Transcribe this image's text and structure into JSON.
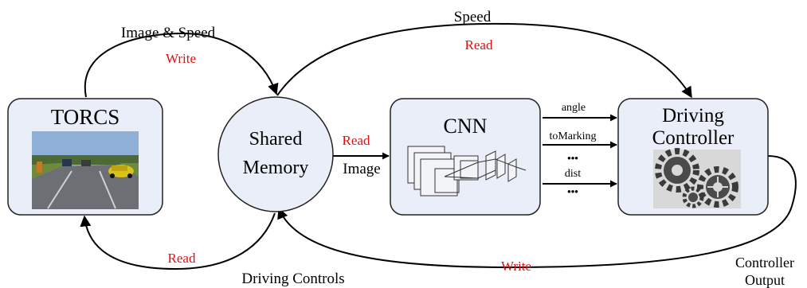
{
  "colors": {
    "box_fill": "#e9eef8",
    "box_stroke": "#222222",
    "arrow": "#000000",
    "label_red": "#e01010",
    "road": "#6c6f74",
    "sky": "#8fb0d6",
    "grass": "#6d8a3e",
    "car_yellow": "#d9c21a",
    "gear": "#3a3a3a",
    "gear_bg": "#d8d8d8"
  },
  "nodes": {
    "torcs": {
      "title": "TORCS",
      "image": "racing-game-screenshot"
    },
    "memory": {
      "line1": "Shared",
      "line2": "Memory"
    },
    "cnn": {
      "title": "CNN",
      "image": "cnn-layers-icon"
    },
    "controller": {
      "line1": "Driving",
      "line2": "Controller",
      "image": "gears-icon"
    }
  },
  "labels": {
    "image_speed": "Image & Speed",
    "write_top": "Write",
    "speed": "Speed",
    "read_top": "Read",
    "read_mid": "Read",
    "image": "Image",
    "angle": "angle",
    "tomarking": "toMarking",
    "dots1": "•••",
    "dist": "dist",
    "dots2": "•••",
    "read_bottom": "Read",
    "driving_controls": "Driving Controls",
    "write_bottom": "Write",
    "controller_output_1": "Controller",
    "controller_output_2": "Output"
  }
}
